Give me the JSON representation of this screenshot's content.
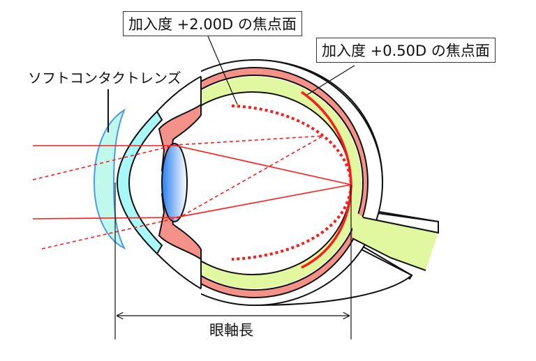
{
  "labels": {
    "focal_plane_2": "加入度 +2.00D の焦点面",
    "focal_plane_05": "加入度 +0.50D の焦点面",
    "contact_lens": "ソフトコンタクトレンズ",
    "axial_length": "眼軸長"
  },
  "colors": {
    "ray": "#ff1a1a",
    "choroid": "#f4928a",
    "retina": "#e2f8a0",
    "cornea": "#a8f8f8",
    "contact_lens": "#4a9aee"
  }
}
